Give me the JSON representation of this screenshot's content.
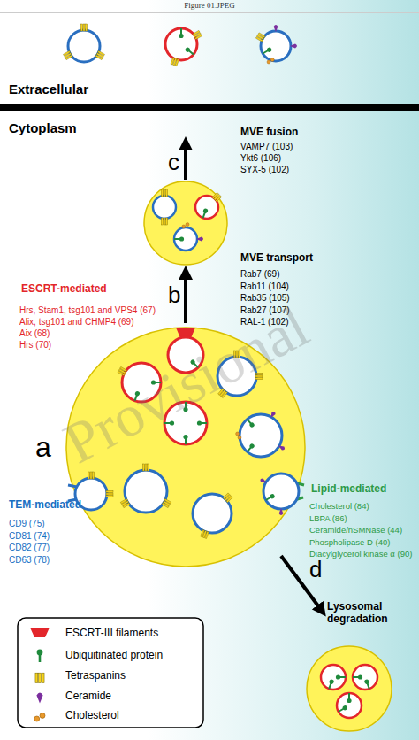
{
  "diagram": {
    "labels": [
      "Figure 01.JPEG",
      "Extracellular",
      "Cytoplasm",
      "MVE fusion",
      "c",
      "VAMP7 (103)",
      "Ykt6 (106)",
      "SYX-5 (102)",
      "MVE transport",
      "ESCRT-mediated",
      "b",
      "Rab7 (69)",
      "Rab11 (104)",
      "Rab35 (105)",
      "Rab27 (107)",
      "RAL-1 (102)",
      "Hrs, Stam1, tsg101 and VPS4 (67)",
      "Alix, tsg101 and CHMP4 (69)",
      "Aix (68)",
      "Hrs (70)",
      "a",
      "Provisional",
      "Lipid-mediated",
      "TEM-mediated",
      "Cholesterol (84)",
      "LBPA (86)",
      "Ceramide/nSMNase (44)",
      "Phospholipase D (40)",
      "Diacylglycerol kinase α (90)",
      "CD9 (75)",
      "CD81 (74)",
      "CD82 (77)",
      "CD63 (78)",
      "d",
      "Lysosomal degradation"
    ],
    "legend": [
      {
        "text": "ESCRT-III filaments"
      },
      {
        "text": "Ubiquitinated protein"
      },
      {
        "text": "Tetraspanins"
      },
      {
        "text": "Ceramide"
      },
      {
        "text": "Cholesterol"
      }
    ]
  }
}
